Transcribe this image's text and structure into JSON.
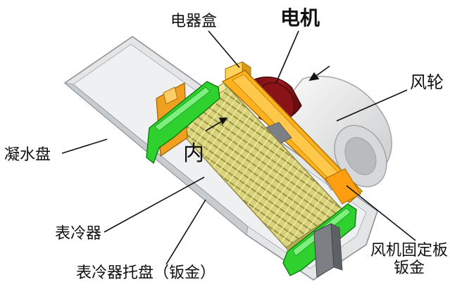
{
  "labels": {
    "electrical_box": "电器盒",
    "motor": "电机",
    "fan_wheel": "风轮",
    "condensate_tray": "凝水盘",
    "inner": "内",
    "coil": "表冷器",
    "coil_tray": "表冷器托盘（钣金）",
    "fan_plate_line1": "风机固定板",
    "fan_plate_line2": "钣金"
  },
  "colors": {
    "background": "#ffffff",
    "tray": "#e4e5e7",
    "coil": "#d8d27c",
    "green_frame": "#2fd12f",
    "orange_plate": "#ffb11e",
    "motor": "#8e1418",
    "fan_housing": "#e9eaeb",
    "leader_line": "#111111"
  }
}
